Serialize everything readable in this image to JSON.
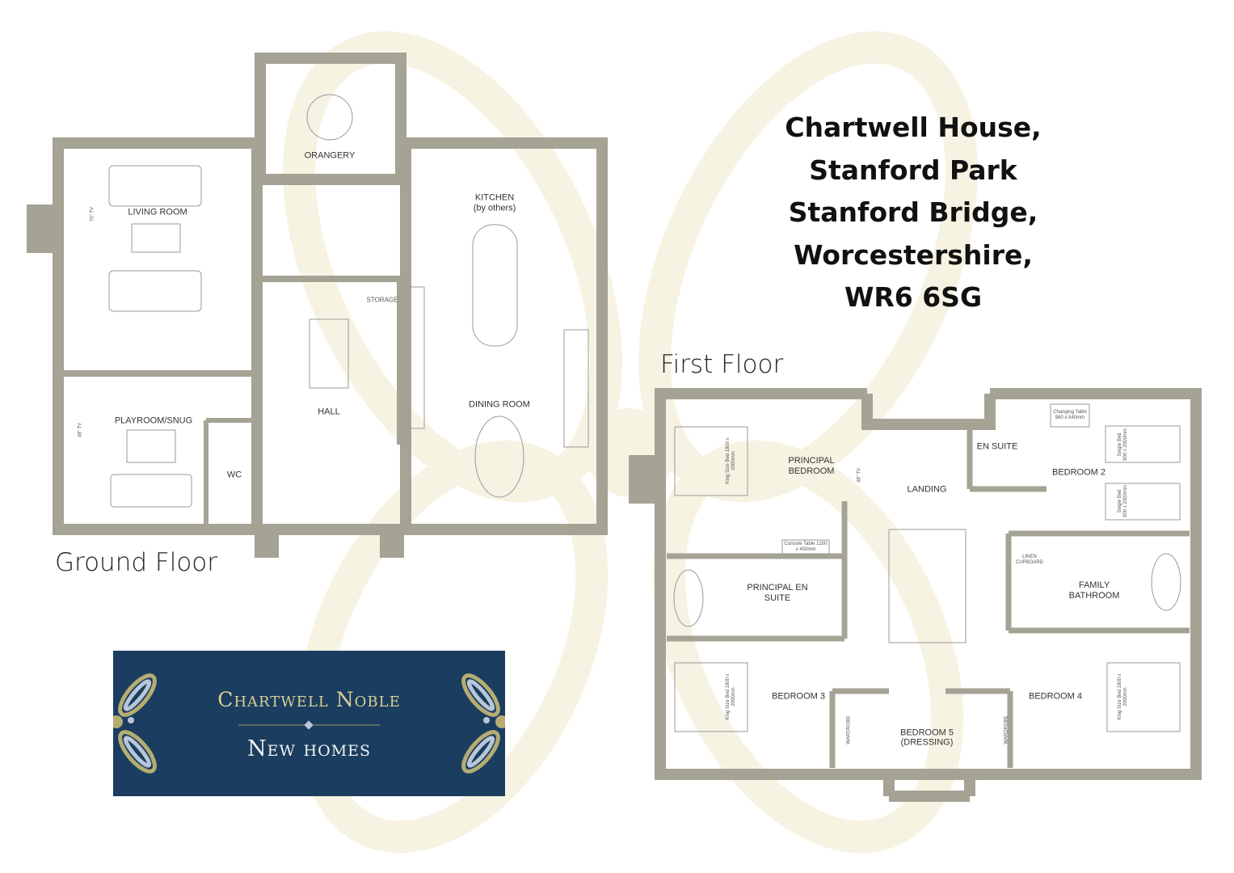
{
  "address": [
    "Chartwell House,",
    "Stanford Park",
    "Stanford Bridge,",
    "Worcestershire,",
    "WR6 6SG"
  ],
  "ground_floor": {
    "title": "Ground Floor",
    "rooms": {
      "orangery": "ORANGERY",
      "living_room": "LIVING ROOM",
      "kitchen": "KITCHEN",
      "kitchen_note": "(by others)",
      "storage": "STORAGE",
      "hall": "HALL",
      "dining_room": "DINING ROOM",
      "playroom": "PLAYROOM/SNUG",
      "wc": "WC"
    },
    "tv_living": "70\" TV",
    "tv_playroom": "48\" TV"
  },
  "first_floor": {
    "title": "First Floor",
    "rooms": {
      "principal_bedroom": "PRINCIPAL BEDROOM",
      "landing": "LANDING",
      "en_suite": "EN SUITE",
      "bedroom_2": "BEDROOM 2",
      "linen_cupboard": "LINEN CUPBOARD",
      "family_bathroom": "FAMILY BATHROOM",
      "principal_en_suite": "PRINCIPAL EN SUITE",
      "bedroom_3": "BEDROOM 3",
      "bedroom_5": "BEDROOM 5",
      "bedroom_5_note": "(DRESSING)",
      "bedroom_4": "BEDROOM 4",
      "wardrobe": "WARDROBE"
    },
    "furniture": {
      "king_bed": "King Size Bed 1800 x 2000mm",
      "single_bed": "Single Bed 900 x 2000mm",
      "changing_table": "Changing Table 980 x 540mm",
      "console_table": "Console Table 1200 x 400mm",
      "tv": "48\" TV"
    }
  },
  "logo": {
    "line1": "Chartwell Noble",
    "line2": "New homes"
  },
  "colors": {
    "wall": "#a4a394",
    "logo_bg": "#1b3d5f",
    "logo_gold": "#b5ad72",
    "watermark": "#f5f1dc"
  }
}
